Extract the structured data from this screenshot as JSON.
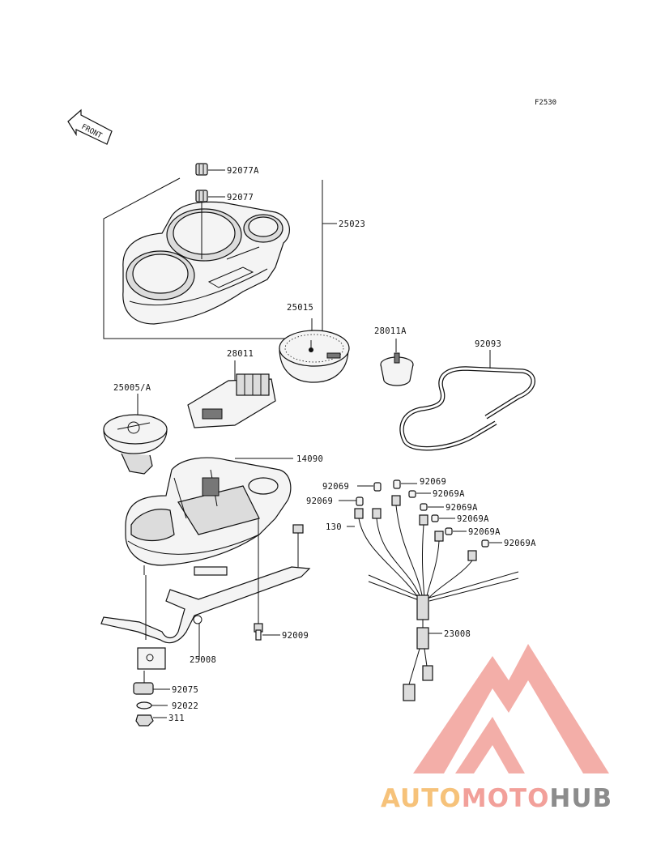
{
  "figure_code": "F2530",
  "front_label": "FRONT",
  "parts": [
    {
      "label": "92077A"
    },
    {
      "label": "92077"
    },
    {
      "label": "25023"
    },
    {
      "label": "25015"
    },
    {
      "label": "28011A"
    },
    {
      "label": "92093"
    },
    {
      "label": "28011"
    },
    {
      "label": "25005/A"
    },
    {
      "label": "14090"
    },
    {
      "label": "92069"
    },
    {
      "label": "92069"
    },
    {
      "label": "92069"
    },
    {
      "label": "92069A"
    },
    {
      "label": "92069A"
    },
    {
      "label": "92069A"
    },
    {
      "label": "92069A"
    },
    {
      "label": "92069A"
    },
    {
      "label": "130"
    },
    {
      "label": "92009"
    },
    {
      "label": "23008"
    },
    {
      "label": "25008"
    },
    {
      "label": "92075"
    },
    {
      "label": "92022"
    },
    {
      "label": "311"
    }
  ],
  "watermark": {
    "part1": "AUTO",
    "part2": "MOTO",
    "part3": "HUB",
    "color_red": "#f2a09a",
    "color_orange": "#f6c27a",
    "color_gray": "#8c8c8c"
  }
}
